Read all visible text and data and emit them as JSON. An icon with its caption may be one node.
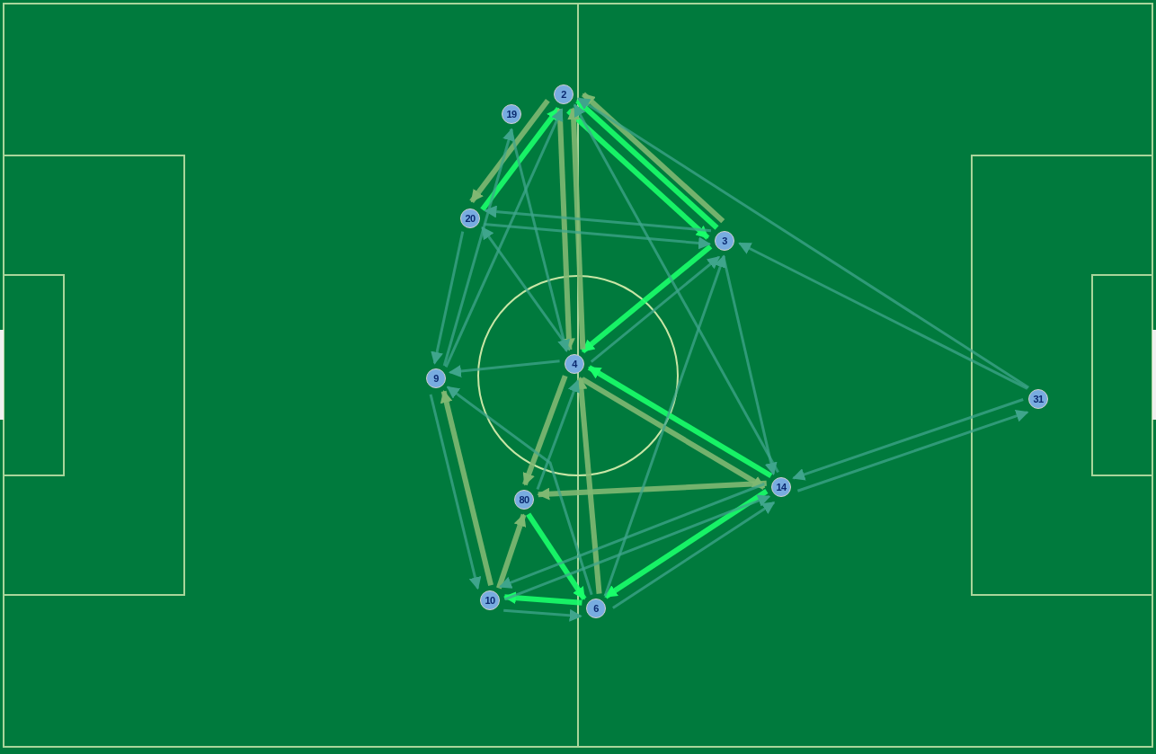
{
  "diagram": {
    "nodes": [
      {
        "text": [
          "2"
        ]
      },
      {
        "text": [
          "19"
        ]
      },
      {
        "text": [
          "20"
        ]
      },
      {
        "text": [
          "3"
        ]
      },
      {
        "text": [
          "9"
        ]
      },
      {
        "text": [
          "4"
        ]
      },
      {
        "text": [
          "80"
        ]
      },
      {
        "text": [
          "14"
        ]
      },
      {
        "text": [
          "10"
        ]
      },
      {
        "text": [
          "6"
        ]
      },
      {
        "text": [
          "31"
        ]
      }
    ],
    "edges": [
      {
        "from": 3,
        "to": 0,
        "arrow": "to",
        "style": "thick",
        "color": "#19ff6a"
      },
      {
        "from": 0,
        "to": 3,
        "arrow": "to",
        "style": "thick",
        "color": "#19ff6a"
      },
      {
        "from": 3,
        "to": 5,
        "arrow": "to",
        "style": "thick",
        "color": "#19ff6a"
      },
      {
        "from": 7,
        "to": 5,
        "arrow": "to",
        "style": "thick",
        "color": "#19ff6a"
      },
      {
        "from": 7,
        "to": 9,
        "arrow": "to",
        "style": "thick",
        "color": "#19ff6a"
      },
      {
        "from": 6,
        "to": 9,
        "arrow": "to",
        "style": "thick",
        "color": "#19ff6a"
      },
      {
        "from": 9,
        "to": 8,
        "arrow": "to",
        "style": "thick",
        "color": "#19ff6a"
      },
      {
        "from": 2,
        "to": 0,
        "arrow": "to",
        "style": "thick",
        "color": "#19ff6a"
      },
      {
        "from": 3,
        "to": 0,
        "arrow": "to",
        "style": "thick",
        "color": "#7fb872"
      },
      {
        "from": 0,
        "to": 2,
        "arrow": "to",
        "style": "thick",
        "color": "#7fb872"
      },
      {
        "from": 0,
        "to": 5,
        "arrow": "to",
        "style": "thick",
        "color": "#7fb872"
      },
      {
        "from": 5,
        "to": 0,
        "arrow": "to",
        "style": "thick",
        "color": "#7fb872"
      },
      {
        "from": 5,
        "to": 6,
        "arrow": "to",
        "style": "thick",
        "color": "#7fb872"
      },
      {
        "from": 9,
        "to": 5,
        "arrow": "to",
        "style": "thick",
        "color": "#7fb872"
      },
      {
        "from": 5,
        "to": 7,
        "arrow": "to",
        "style": "thick",
        "color": "#7fb872"
      },
      {
        "from": 7,
        "to": 6,
        "arrow": "to",
        "style": "thick",
        "color": "#7fb872"
      },
      {
        "from": 8,
        "to": 4,
        "arrow": "to",
        "style": "thick",
        "color": "#7fb872"
      },
      {
        "from": 8,
        "to": 6,
        "arrow": "to",
        "style": "thick",
        "color": "#7fb872"
      },
      {
        "from": 2,
        "to": 3,
        "arrow": "to"
      },
      {
        "from": 3,
        "to": 2,
        "arrow": "to"
      },
      {
        "from": 5,
        "to": 2,
        "arrow": "to"
      },
      {
        "from": 5,
        "to": 4,
        "arrow": "to"
      },
      {
        "from": 10,
        "to": 7,
        "arrow": "to"
      },
      {
        "from": 7,
        "to": 10,
        "arrow": "to"
      },
      {
        "from": 10,
        "to": 3,
        "arrow": "to"
      },
      {
        "from": 10,
        "to": 0,
        "arrow": "to"
      },
      {
        "from": 3,
        "to": 7,
        "arrow": "to"
      },
      {
        "from": 7,
        "to": 0,
        "arrow": "to"
      },
      {
        "from": 9,
        "to": 7,
        "arrow": "to"
      },
      {
        "from": 8,
        "to": 7,
        "arrow": "to"
      },
      {
        "from": 8,
        "to": 9,
        "arrow": "to"
      },
      {
        "from": 7,
        "to": 8,
        "arrow": "to"
      },
      {
        "from": 9,
        "to": 4,
        "arrow": "to"
      },
      {
        "from": 4,
        "to": 0,
        "arrow": "to"
      },
      {
        "from": 4,
        "to": 1,
        "arrow": "to"
      },
      {
        "from": 2,
        "to": 4,
        "arrow": "to"
      },
      {
        "from": 1,
        "to": 5,
        "arrow": "to"
      },
      {
        "from": 5,
        "to": 3,
        "arrow": "to"
      },
      {
        "from": 4,
        "to": 8,
        "arrow": "to"
      },
      {
        "from": 6,
        "to": 5,
        "arrow": "to"
      },
      {
        "from": 9,
        "to": 3,
        "arrow": "to"
      }
    ]
  }
}
